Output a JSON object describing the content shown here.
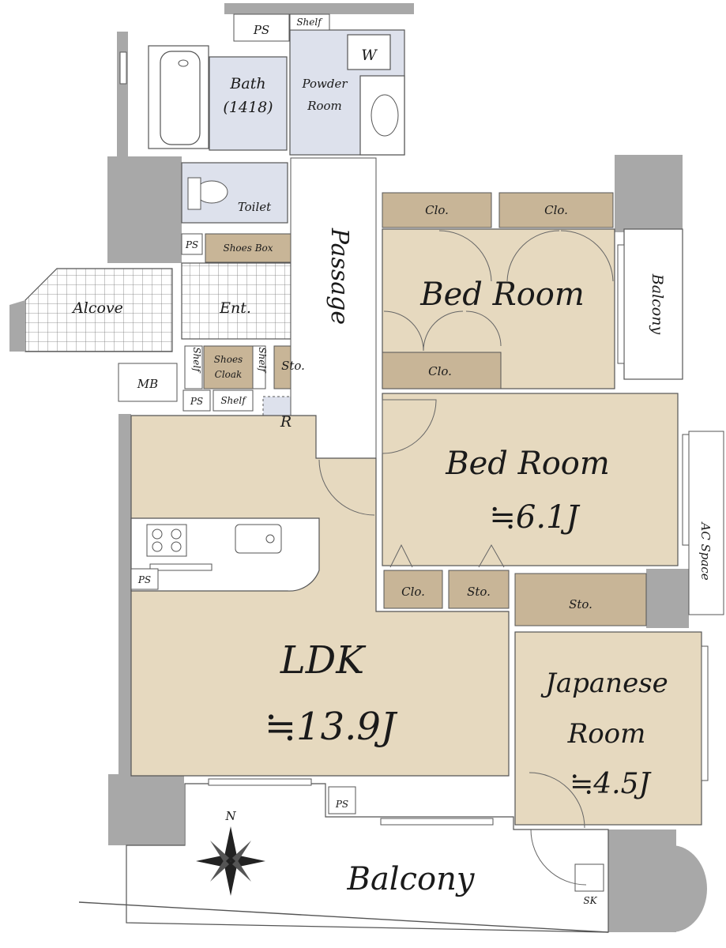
{
  "rooms": {
    "bath": {
      "name": "Bath",
      "size": "(1418)"
    },
    "powder": {
      "line1": "Powder",
      "line2": "Room"
    },
    "washer": "W",
    "toilet": "Toilet",
    "passage": "Passage",
    "alcove": "Alcove",
    "entrance": "Ent.",
    "mb": "MB",
    "shoes_box": "Shoes Box",
    "shoes_cloak": {
      "line1": "Shoes",
      "line2": "Cloak"
    },
    "refrigerator": "R",
    "bedroom1": {
      "name": "Bed Room"
    },
    "bedroom2": {
      "name": "Bed Room",
      "size": "≒6.1J"
    },
    "ldk": {
      "name": "LDK",
      "size": "≒13.9J"
    },
    "japanese": {
      "line1": "Japanese",
      "line2": "Room",
      "size": "≒4.5J"
    },
    "balcony_main": "Balcony",
    "balcony_side": "Balcony",
    "ac_space": "AC Space",
    "sink": "SK",
    "north": "N"
  },
  "labels": {
    "ps": "PS",
    "shelf": "Shelf",
    "closet": "Clo.",
    "storage": "Sto."
  },
  "colors": {
    "room_fill": "#e6d9bf",
    "storage_fill": "#c8b597",
    "wet_fill": "#dde1ec",
    "wall_fill": "#a8a8a8",
    "line": "#555555"
  }
}
